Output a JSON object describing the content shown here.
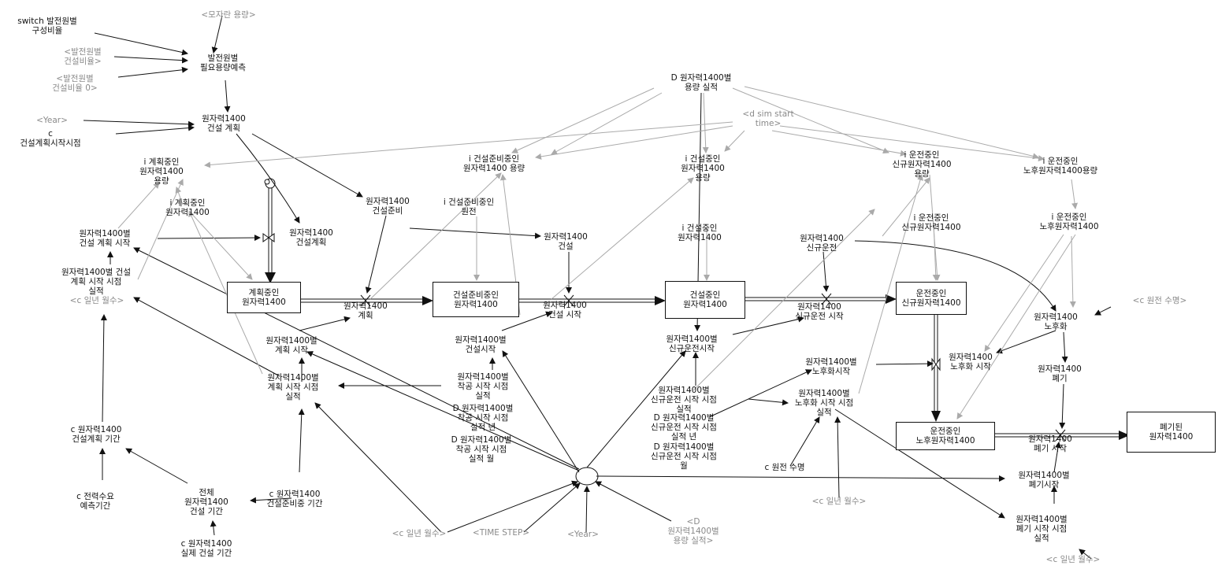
{
  "stocks": {
    "planning": "계획중인\n원자력1400",
    "prep": "건설준비중인\n원자력1400",
    "construct": "건설중인\n원자력1400",
    "operating_new": "운전중인\n신규원자력1400",
    "operating_old": "운전중인\n노후원자력1400",
    "retired": "폐기된\n원자력1400"
  },
  "flows": {
    "plan_in": "원자력1400\n건설계획",
    "plan_out": "원자력1400\n계획",
    "prep_out": "원자력1400\n건설 시작",
    "construct_out": "원자력1400\n신규운전 시작",
    "aging": "원자력1400\n노후화 시작",
    "retire": "원자력1400\n폐기 시작"
  },
  "variables": {
    "switch_ratio": "switch 발전원별\n구성비율",
    "shortage_ref": "<모자란 용량>",
    "ratio_ref": "<발전원별\n건설비율>",
    "ratio0_ref": "<발전원별\n건설비율 0>",
    "demand_forecast": "발전원별\n필요용량예측",
    "year_ref": "<Year>",
    "c_plan_start": "c\n건설계획시작시점",
    "construction_plan": "원자력1400\n건설 계획",
    "d_capacity": "D 원자력1400별\n용량 실적",
    "d_sim_start": "<d sim start\ntime>",
    "i_plan_cap": "i 계획중인\n원자력1400\n용량",
    "i_plan": "i 계획중인\n원자력1400",
    "i_prep_cap": "i 건설준비중인\n원자력1400 용량",
    "i_prep": "i 건설준비중인\n원전",
    "i_constr_cap": "i 건설중인\n원자력1400\n용량",
    "i_constr": "i 건설중인\n원자력1400",
    "i_op_new_cap": "i 운전중인\n신규원자력1400\n용량",
    "i_op_new": "i 운전중인\n신규원자력1400",
    "i_op_old_cap": "i 운전중인\n노후원자력1400용량",
    "i_op_old": "i 운전중인\n노후원자력1400",
    "prep_var": "원자력1400\n건설준비",
    "construction_var": "원자력1400\n건설",
    "new_op_var": "원자력1400\n신규운전",
    "aging_var": "원자력1400\n노후화",
    "retire_var": "원자력1400\n폐기",
    "plan_start": "원자력1400별\n건설 계획 시작",
    "plan_start_actual": "원자력1400별 건설\n계획 시작 시점\n실적",
    "year_months_ref": "<c 일년 월수>",
    "plan_begin": "원자력1400별\n계획 시작",
    "plan_begin_actual": "원자력1400별\n계획 시작 시점\n실적",
    "prep_begin": "원자력1400별\n건설시작",
    "start_actual": "원자력1400별\n착공 시작 시점\n실적",
    "d_start_year": "D 원자력1400별\n착공 시작 시점\n실적 년",
    "d_start_month": "D 원자력1400별\n착공 시작 시점\n실적 월",
    "new_op_begin": "원자력1400별\n신규운전시작",
    "new_op_actual": "원자력1400별\n신규운전 시작 시점\n실적",
    "d_new_op_year": "D 원자력1400별\n신규운전 시작 시점\n실적 년",
    "d_new_op_month": "D 원자력1400별\n신규운전 시작 시점\n월",
    "aging_begin": "원자력1400별\n노후화시작",
    "aging_actual": "원자력1400별\n노후화 시작 시점\n실적",
    "c_life": "c 원전 수명",
    "c_life_ref": "<c 원전 수명>",
    "retire_begin": "원자력1400별\n폐기시작",
    "retire_actual": "원자력1400별\n폐기 시작 시점\n실적",
    "c_plan_period": "c 원자력1400\n건설계획 기간",
    "c_forecast_period": "c 전력수요\n예측기간",
    "total_build_period": "전체\n원자력1400\n건설 기간",
    "c_real_build": "c 원자력1400\n실제 건설 기간",
    "c_prep_period": "c 원자력1400\n건설준비중 기간",
    "time_step_ref": "<TIME STEP>",
    "d_capacity_ref": "<D\n원자력1400별\n용량 실적>"
  }
}
